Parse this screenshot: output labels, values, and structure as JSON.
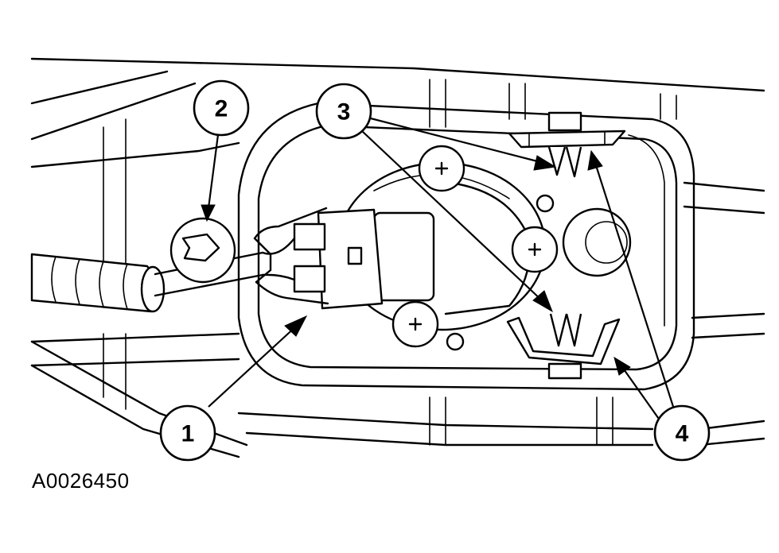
{
  "callouts": [
    {
      "id": "1",
      "label": "1"
    },
    {
      "id": "2",
      "label": "2"
    },
    {
      "id": "3",
      "label": "3"
    },
    {
      "id": "4",
      "label": "4"
    }
  ],
  "figure_code": "A0026450"
}
